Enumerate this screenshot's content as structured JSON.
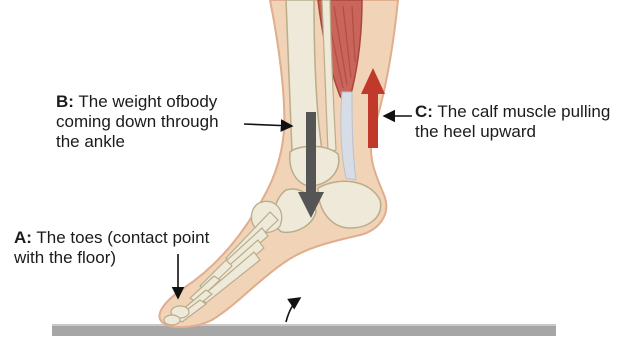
{
  "labels": {
    "a": {
      "key": "A:",
      "lines": [
        "The toes (contact point",
        "with the floor)"
      ]
    },
    "b": {
      "key": "B:",
      "lines": [
        "The weight ofbody",
        "coming down through",
        "the ankle"
      ]
    },
    "c": {
      "key": "C:",
      "lines": [
        "The calf muscle pulling",
        "the heel upward"
      ]
    }
  },
  "colors": {
    "skin": "#f1d3b8",
    "skin_edge": "#e0ad8e",
    "bone": "#eee9d8",
    "bone_edge": "#b9ad8a",
    "muscle": "#c9655a",
    "tendon": "#d7dde6",
    "weight_arrow": "#555555",
    "muscle_arrow": "#c0392b",
    "floor": "#a6a6a6"
  },
  "icons": {
    "weight": "arrow-down-icon",
    "muscle": "arrow-up-icon",
    "rotation": "curved-arrow-icon"
  }
}
